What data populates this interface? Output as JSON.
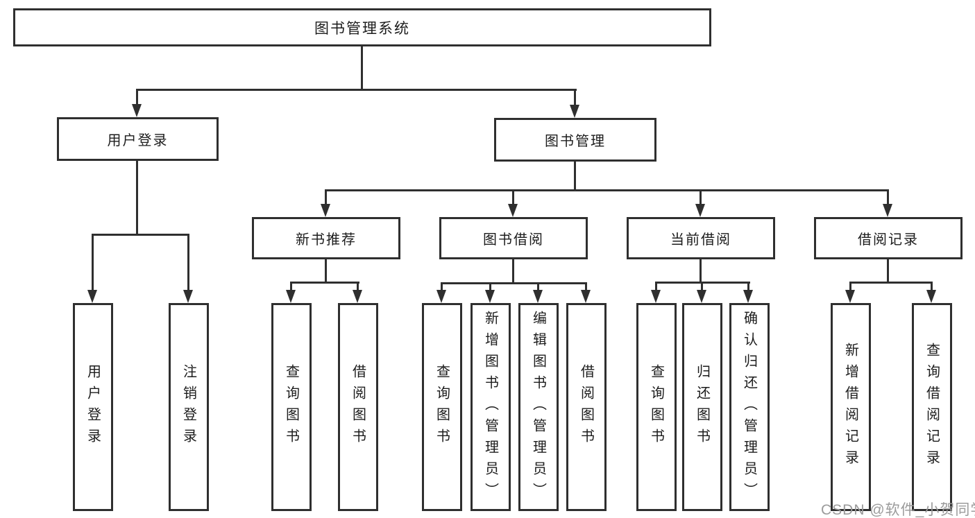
{
  "diagram_title": "图书管理系统",
  "nodes": {
    "root": "图书管理系统",
    "userLogin": "用户登录",
    "bookMgmt": "图书管理",
    "newBookRec": "新书推荐",
    "bookBorrow": "图书借阅",
    "currentBorrow": "当前借阅",
    "borrowRecords": "借阅记录",
    "userLoginLeaf": "用户登录",
    "logoutLeaf": "注销登录",
    "queryBooks1": "查询图书",
    "borrowBooks1": "借阅图书",
    "queryBooks2": "查询图书",
    "addBooksAdmin": "新增图书（管理员）",
    "editBooksAdmin": "编辑图书（管理员）",
    "borrowBooks2": "借阅图书",
    "queryBooks3": "查询图书",
    "returnBooks": "归还图书",
    "confirmReturnAdmin": "确认归还（管理员）",
    "addBorrowRecord": "新增借阅记录",
    "queryBorrowRecord": "查询借阅记录"
  },
  "watermark": {
    "text": "CSDN @软件_小贺同学",
    "color": "#9b9b9b"
  },
  "colors": {
    "line": "#2f2f2f",
    "text": "#1c1c1c",
    "background": "#ffffff"
  }
}
